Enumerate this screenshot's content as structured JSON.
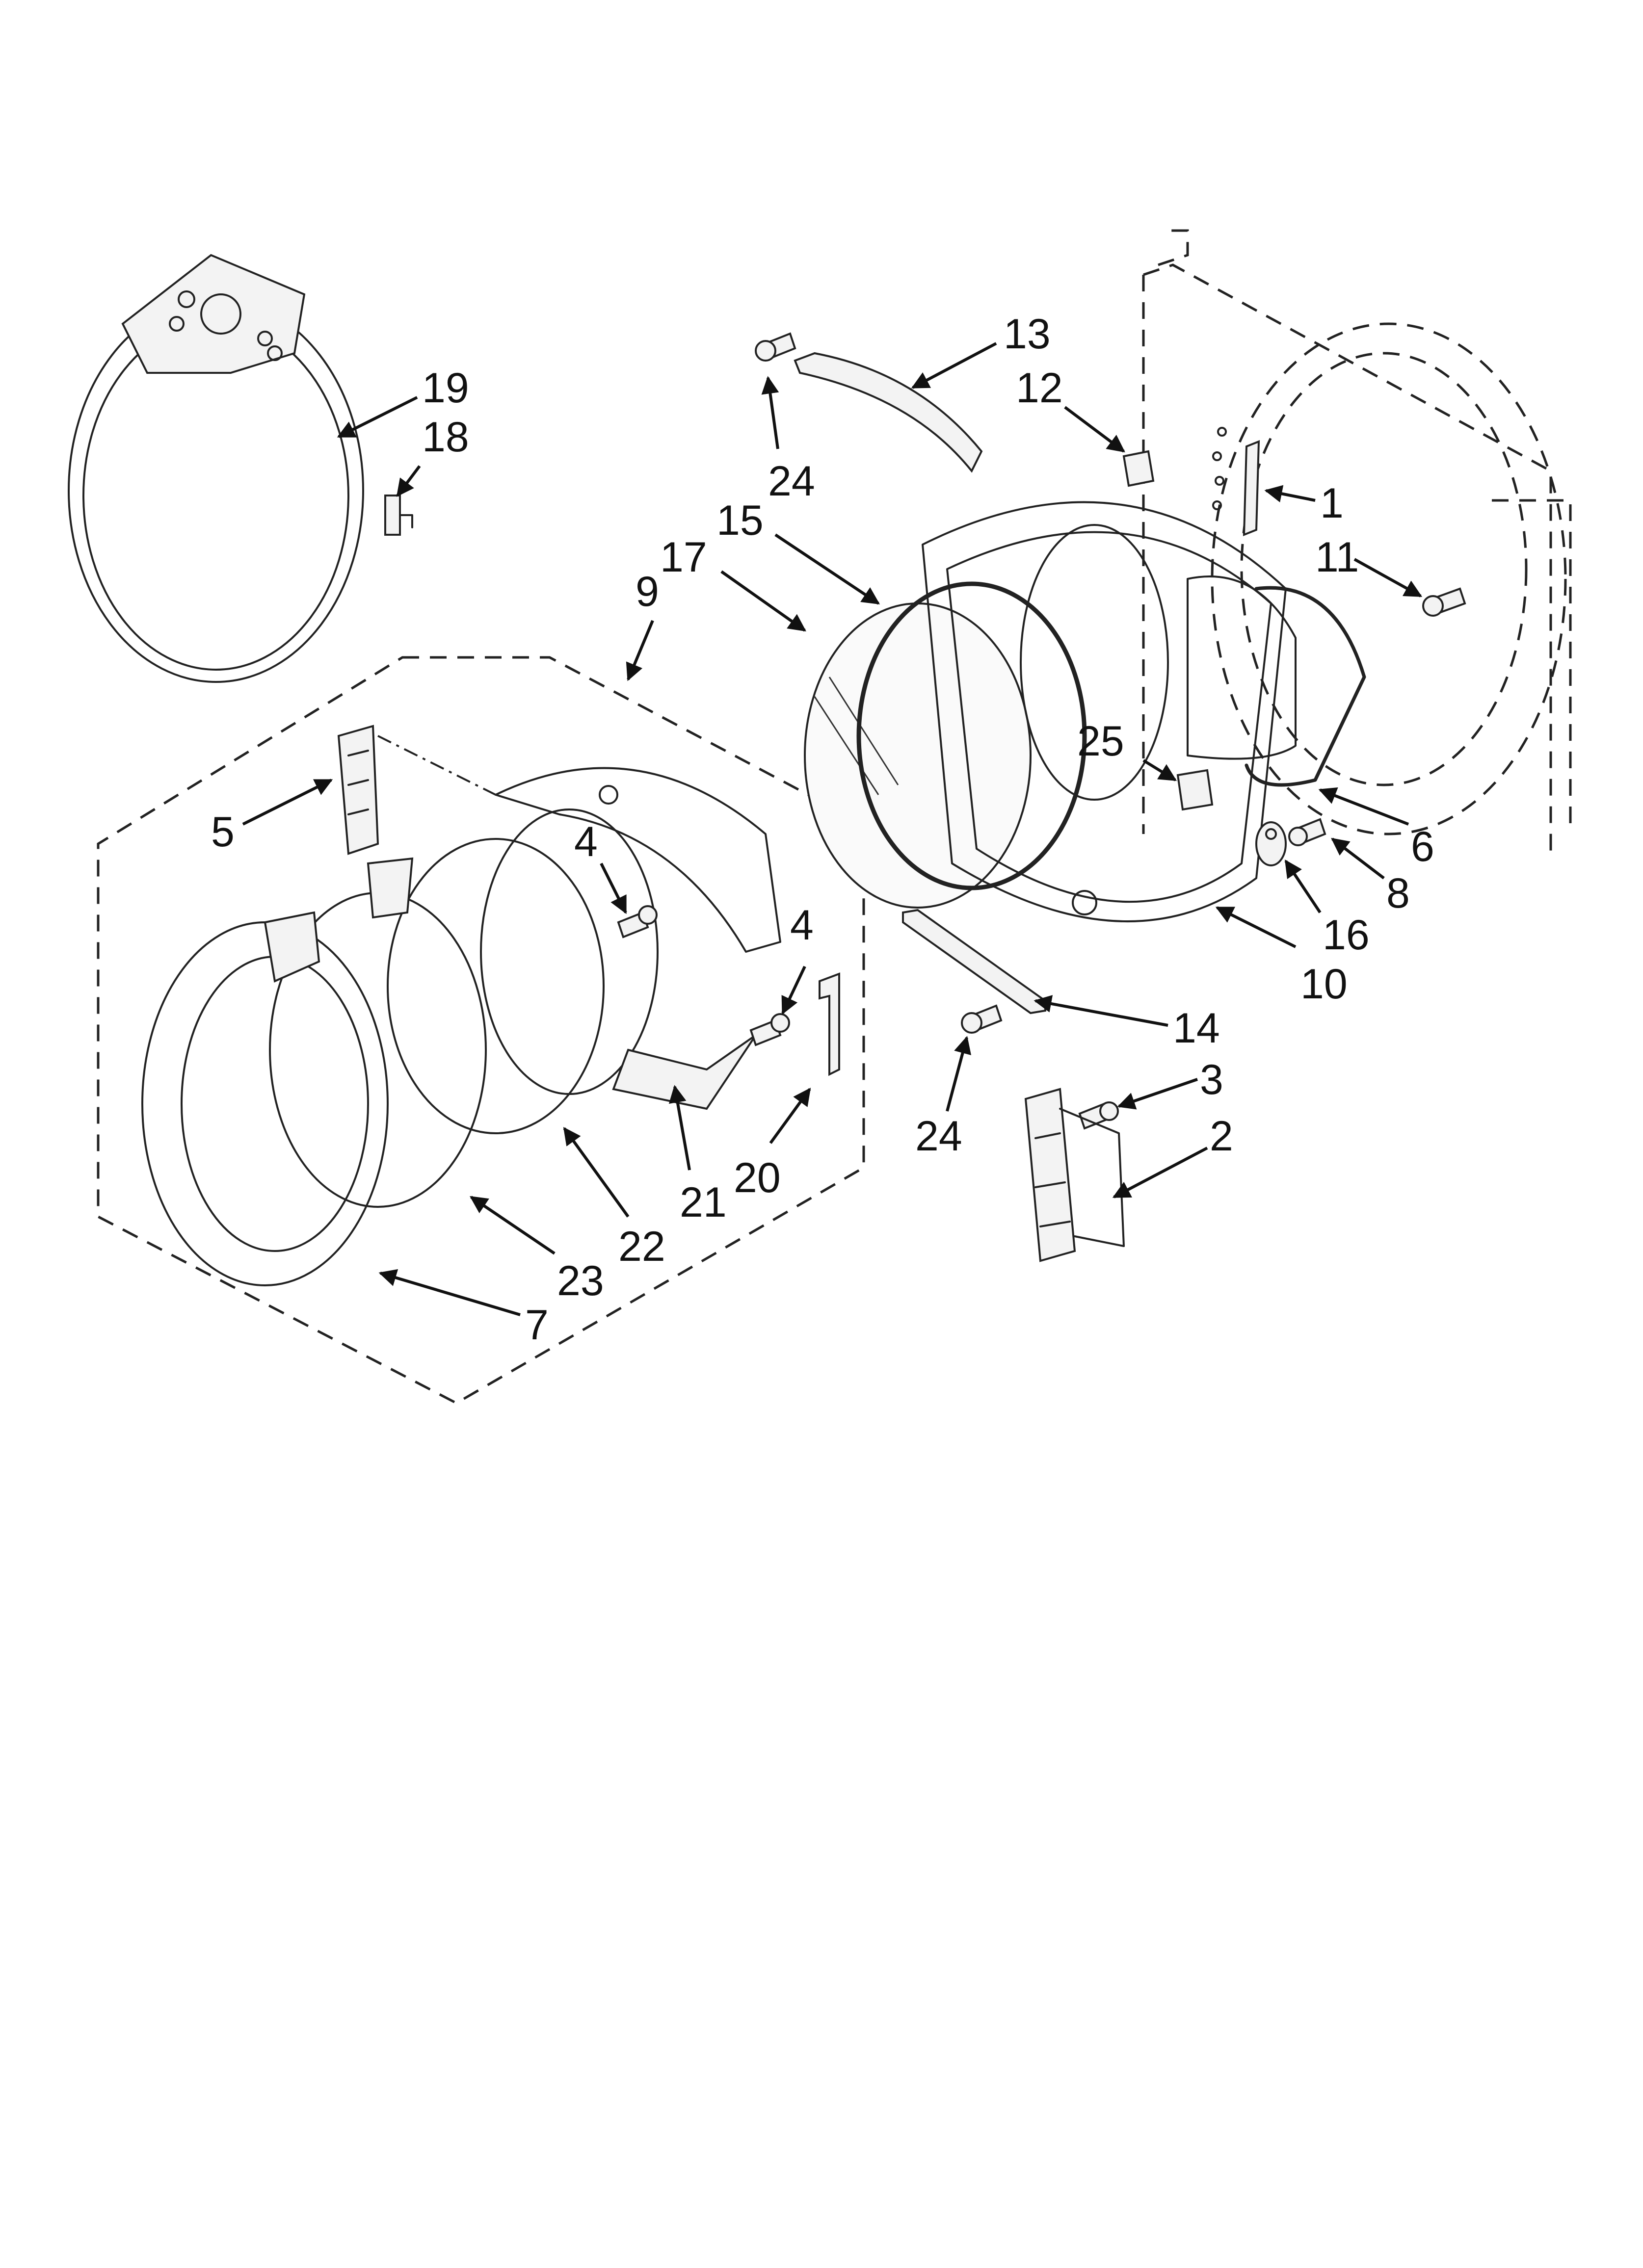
{
  "callouts": [
    {
      "id": "c1",
      "label": "1"
    },
    {
      "id": "c2",
      "label": "2"
    },
    {
      "id": "c3",
      "label": "3"
    },
    {
      "id": "c4a",
      "label": "4"
    },
    {
      "id": "c4b",
      "label": "4"
    },
    {
      "id": "c5",
      "label": "5"
    },
    {
      "id": "c6",
      "label": "6"
    },
    {
      "id": "c7",
      "label": "7"
    },
    {
      "id": "c8",
      "label": "8"
    },
    {
      "id": "c9",
      "label": "9"
    },
    {
      "id": "c10",
      "label": "10"
    },
    {
      "id": "c11",
      "label": "11"
    },
    {
      "id": "c12",
      "label": "12"
    },
    {
      "id": "c13",
      "label": "13"
    },
    {
      "id": "c14",
      "label": "14"
    },
    {
      "id": "c15",
      "label": "15"
    },
    {
      "id": "c16",
      "label": "16"
    },
    {
      "id": "c17",
      "label": "17"
    },
    {
      "id": "c18",
      "label": "18"
    },
    {
      "id": "c19",
      "label": "19"
    },
    {
      "id": "c20",
      "label": "20"
    },
    {
      "id": "c21",
      "label": "21"
    },
    {
      "id": "c22",
      "label": "22"
    },
    {
      "id": "c23",
      "label": "23"
    },
    {
      "id": "c24a",
      "label": "24"
    },
    {
      "id": "c24b",
      "label": "24"
    },
    {
      "id": "c25",
      "label": "25"
    }
  ]
}
